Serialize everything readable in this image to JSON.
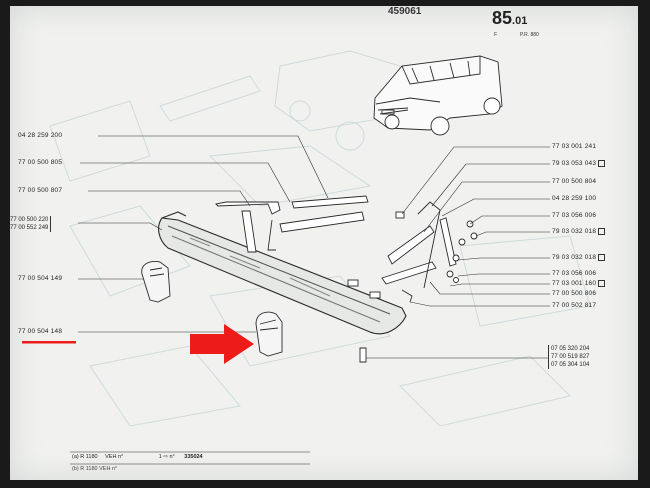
{
  "header": {
    "page_number": "85",
    "page_sub": ".01",
    "top_code": "459061",
    "pr_left": "F",
    "pr_right": "P.R. 880"
  },
  "labels_left": {
    "l1": "04 28 259 200",
    "l2": "77 00 500 805",
    "l3": "77 00 500 807",
    "l4a": "77 00 500 220",
    "l4b": "77 00 552 249",
    "l5": "77 00 504 149",
    "l6": "77 00 504 148"
  },
  "labels_right": {
    "r1": "77 03 001 241",
    "r2": "79 03 053 043",
    "r3": "77 00 500 804",
    "r4": "04 28 259 100",
    "r5": "77 03 056 006",
    "r6": "79 03 032 018",
    "r7": "79 03 032 018",
    "r8": "77 03 056 006",
    "r9": "77 03 001 160",
    "r10": "77 00 500 806",
    "r11": "77 00 502 817",
    "g1": "07 05 320 204",
    "g2": "77 00 519 827",
    "g3": "07 05 304 104"
  },
  "footer": {
    "line1_prefix": "(a) R 1180",
    "line1_veh": "VEH n°",
    "line1_arrow": "1 ⇨ n°",
    "line1_num": "335024",
    "line2": "(b) R 1180 VEH n°"
  },
  "colors": {
    "highlight": "#ee1b1b",
    "ink": "#2a2a2a",
    "paper": "#f1f2f0"
  },
  "icons": [
    "red-arrow-icon",
    "red-underline",
    "car-illustration",
    "bumper-drawing"
  ]
}
